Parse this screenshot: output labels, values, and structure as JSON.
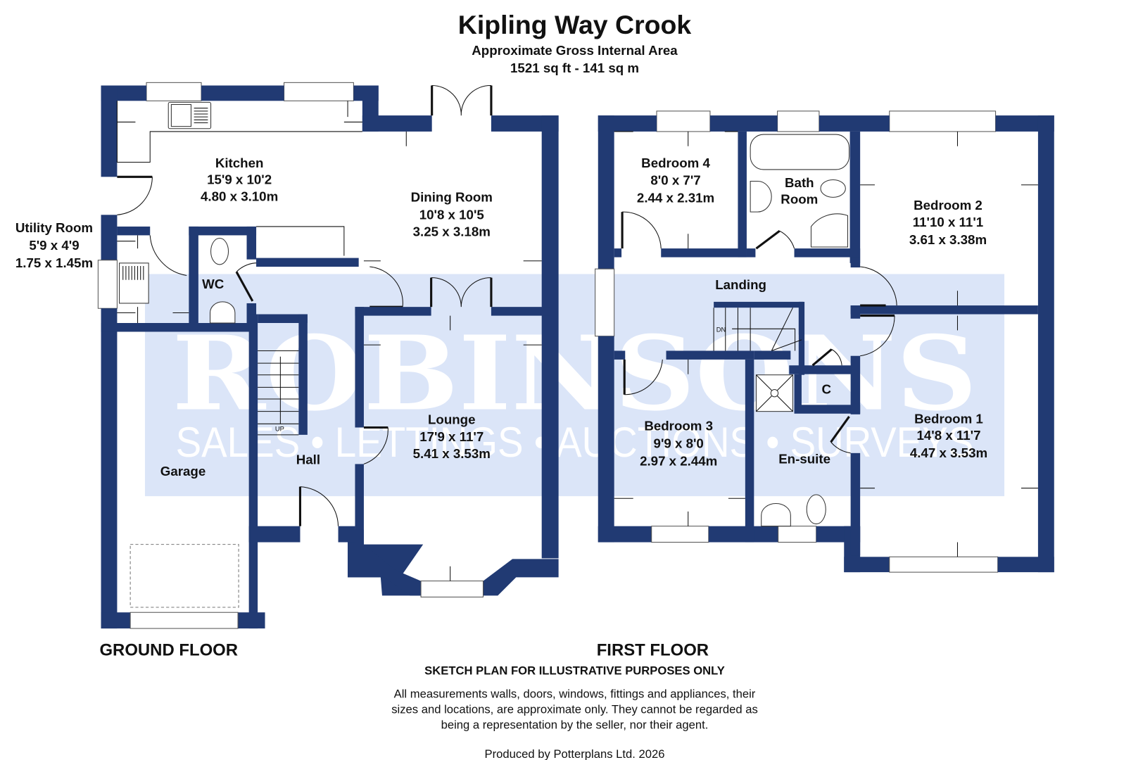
{
  "header": {
    "title": "Kipling Way Crook",
    "subtitle": "Approximate Gross Internal Area",
    "area": "1521 sq ft - 141 sq m"
  },
  "watermark": {
    "brand": "ROBINSONS",
    "tagline": "SALES • LETTINGS • AUCTIONS • SURVEYS",
    "band_color": "#dbe5f8"
  },
  "colors": {
    "wall": "#213a73",
    "text": "#111111"
  },
  "ground_floor": {
    "label": "GROUND FLOOR",
    "rooms": [
      {
        "name": "Kitchen",
        "imperial": "15'9 x 10'2",
        "metric": "4.80 x 3.10m"
      },
      {
        "name": "Dining Room",
        "imperial": "10'8 x 10'5",
        "metric": "3.25 x 3.18m"
      },
      {
        "name": "Utility Room",
        "imperial": "5'9 x 4'9",
        "metric": "1.75 x 1.45m"
      },
      {
        "name": "WC"
      },
      {
        "name": "Lounge",
        "imperial": "17'9 x 11'7",
        "metric": "5.41 x 3.53m"
      },
      {
        "name": "Hall"
      },
      {
        "name": "Garage"
      }
    ],
    "stairs_label": "UP"
  },
  "first_floor": {
    "label": "FIRST FLOOR",
    "rooms": [
      {
        "name": "Bedroom 4",
        "imperial": "8'0 x 7'7",
        "metric": "2.44 x 2.31m"
      },
      {
        "name": "Bath",
        "name2": "Room"
      },
      {
        "name": "Bedroom 2",
        "imperial": "11'10 x 11'1",
        "metric": "3.61 x 3.38m"
      },
      {
        "name": "Landing"
      },
      {
        "name": "Bedroom 3",
        "imperial": "9'9 x 8'0",
        "metric": "2.97 x 2.44m"
      },
      {
        "name": "C"
      },
      {
        "name": "En-suite"
      },
      {
        "name": "Bedroom 1",
        "imperial": "14'8 x 11'7",
        "metric": "4.47 x 3.53m"
      }
    ],
    "stairs_label": "DN"
  },
  "footer": {
    "sketch_note": "SKETCH PLAN FOR ILLUSTRATIVE PURPOSES ONLY",
    "disclaimer_lines": [
      "All measurements walls, doors, windows, fittings and appliances, their",
      "sizes and locations, are approximate only. They cannot be regarded as",
      "being a representation by the seller, nor their agent."
    ],
    "produced_by": "Produced by Potterplans Ltd. 2026"
  }
}
